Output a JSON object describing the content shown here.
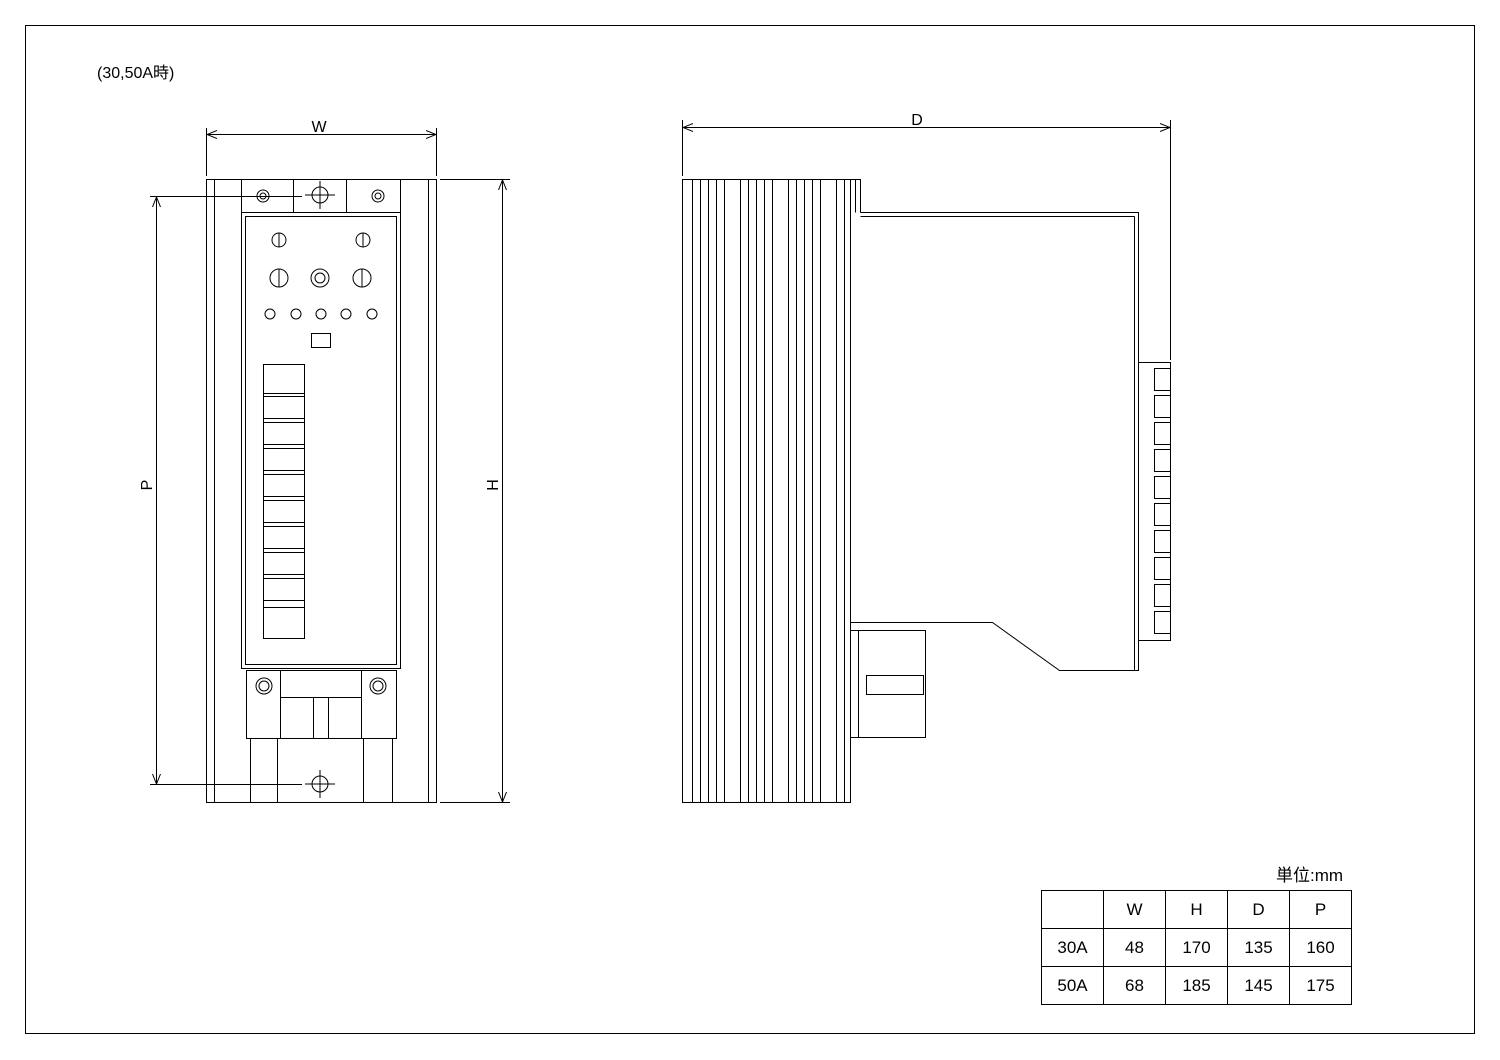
{
  "note": "(30,50A時)",
  "dimensions": {
    "w": "W",
    "d": "D",
    "p": "P",
    "h": "H"
  },
  "unit_label": "単位:mm",
  "table": {
    "header": [
      "",
      "W",
      "H",
      "D",
      "P"
    ],
    "rows": [
      {
        "model": "30A",
        "values": [
          "48",
          "170",
          "135",
          "160"
        ]
      },
      {
        "model": "50A",
        "values": [
          "68",
          "185",
          "145",
          "175"
        ]
      }
    ]
  }
}
